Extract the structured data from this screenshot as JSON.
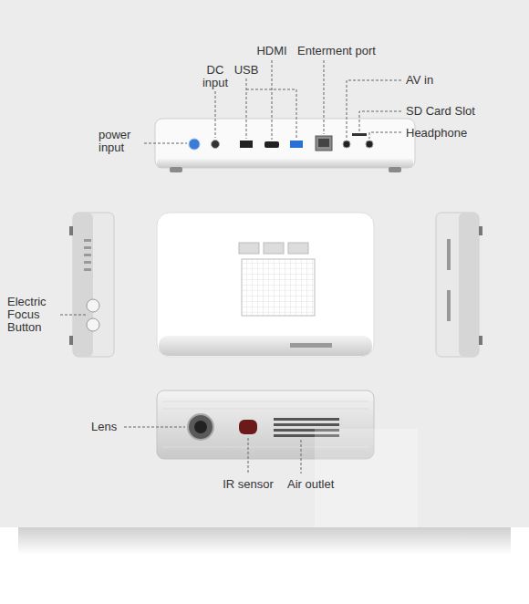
{
  "diagram": {
    "labels": [
      "power input",
      "DC input",
      "USB",
      "HDMI",
      "Enterment port",
      "AV in",
      "SD Card Slot",
      "Headphone",
      "Electric Focus Button",
      "Lens",
      "IR sensor",
      "Air outlet"
    ]
  }
}
